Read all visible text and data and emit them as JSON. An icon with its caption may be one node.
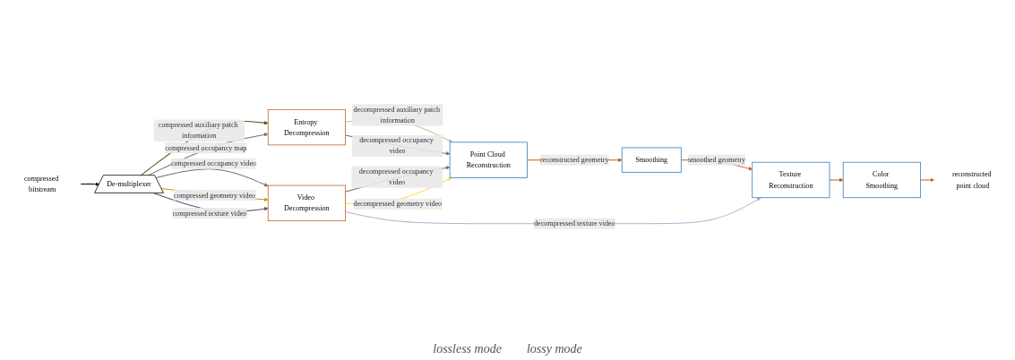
{
  "diagram": {
    "nodes": [
      {
        "text": [
          "compressed bitstream"
        ]
      },
      {
        "text": [
          "De-multiplexer"
        ]
      },
      {
        "text": [
          "Entropy Decompression"
        ]
      },
      {
        "text": [
          "Video Decompression"
        ]
      },
      {
        "text": [
          "Point Cloud Reconstruction"
        ]
      },
      {
        "text": [
          "Smoothing"
        ]
      },
      {
        "text": [
          "Texture Reconstruction"
        ]
      },
      {
        "text": [
          "Color Smoothing"
        ]
      },
      {
        "text": [
          "reconstructed point cloud"
        ]
      }
    ],
    "edges": [
      {
        "from": 0,
        "to": 1,
        "arrow": "to",
        "color": "#000000"
      },
      {
        "from": 1,
        "to": 2,
        "arrow": "to",
        "label": "compressed auxiliary patch information",
        "color": "#3a5f1e"
      },
      {
        "from": 1,
        "to": 2,
        "arrow": "to",
        "label": "compressed occupancy map",
        "color": "#707070"
      },
      {
        "from": 1,
        "to": 3,
        "arrow": "to",
        "label": "compressed occupancy video",
        "color": "#707070"
      },
      {
        "from": 1,
        "to": 3,
        "arrow": "to",
        "label": "compressed geometry video",
        "color": "#c99a06"
      },
      {
        "from": 1,
        "to": 3,
        "arrow": "to",
        "label": "compressed texture video",
        "color": "#6a4a7b"
      },
      {
        "from": 2,
        "to": 4,
        "arrow": "to",
        "label": "decompressed auxiliary patch information",
        "color": "#a9d18e"
      },
      {
        "from": 2,
        "to": 4,
        "arrow": "to",
        "label": "decompressed occupancy video",
        "color": "#707070"
      },
      {
        "from": 3,
        "to": 4,
        "arrow": "to",
        "label": "decompressed occupancy video",
        "color": "#707070"
      },
      {
        "from": 3,
        "to": 4,
        "arrow": "to",
        "label": "decompressed geometry video",
        "color": "#ffd966"
      },
      {
        "from": 3,
        "to": 6,
        "arrow": "to",
        "label": "decompressed texture video",
        "color": "#c9a6d0"
      },
      {
        "from": 4,
        "to": 5,
        "arrow": "to",
        "label": "reconstructed geometry",
        "color": "#c55a11"
      },
      {
        "from": 5,
        "to": 6,
        "arrow": "to",
        "label": "smoothed geometry",
        "color": "#c55a11"
      },
      {
        "from": 6,
        "to": 7,
        "arrow": "to",
        "color": "#c55a11"
      },
      {
        "from": 7,
        "to": 8,
        "arrow": "to",
        "color": "#c55a11"
      }
    ],
    "labels": [
      "lossless mode",
      "lossy mode"
    ]
  }
}
